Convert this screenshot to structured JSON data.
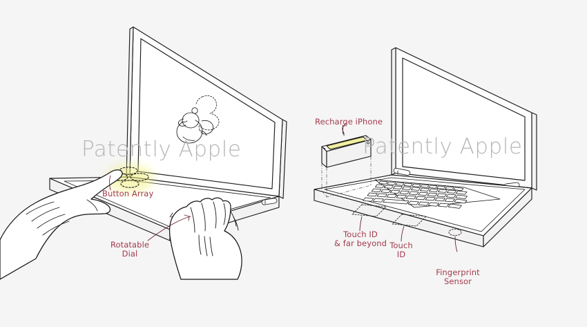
{
  "figure": {
    "background_color": "#f5f5f5",
    "ink_color": "#1a1a1a",
    "label_color": "#a23a4c",
    "watermark_color": "#b6b6b6",
    "highlight_color": "#f2f07a",
    "phone_screen_color": "#f0efa0",
    "title": "Apple patent figure — MacBook input surfaces"
  },
  "watermarks": [
    {
      "text": "Patently Apple"
    },
    {
      "text": "Patently Apple"
    }
  ],
  "left_device": {
    "name": "laptop-left",
    "screen_content": "rubber-duck-drawing",
    "labels": [
      {
        "id": "button-array",
        "text": "Button Array"
      },
      {
        "id": "rotatable-dial",
        "text": "Rotatable\nDial"
      }
    ],
    "button_array": {
      "count": 4,
      "style": "dashed-ellipse",
      "highlighted": true
    },
    "hands": [
      {
        "id": "left-hand",
        "action": "pressing-button-array"
      },
      {
        "id": "right-hand",
        "action": "turning-rotatable-dial"
      }
    ]
  },
  "right_device": {
    "name": "laptop-right",
    "labels": [
      {
        "id": "recharge-iphone",
        "text": "Recharge iPhone"
      },
      {
        "id": "touch-id-far-beyond",
        "text": "Touch ID\n& far beyond"
      },
      {
        "id": "touch-id",
        "text": "Touch\nID"
      },
      {
        "id": "fingerprint-sensor",
        "text": "Fingerprint\nSensor"
      }
    ],
    "iphone": {
      "placement": "above-left-palm-rest",
      "screen_lit": true
    },
    "touch_zones": [
      {
        "id": "zone-1",
        "style": "dashed-rectangle"
      },
      {
        "id": "zone-2",
        "style": "dashed-rectangle"
      }
    ],
    "fingerprint_sensor": {
      "style": "dashed-circle",
      "position": "front-right-edge"
    },
    "keyboard": {
      "rows": 5,
      "visible": true
    }
  }
}
